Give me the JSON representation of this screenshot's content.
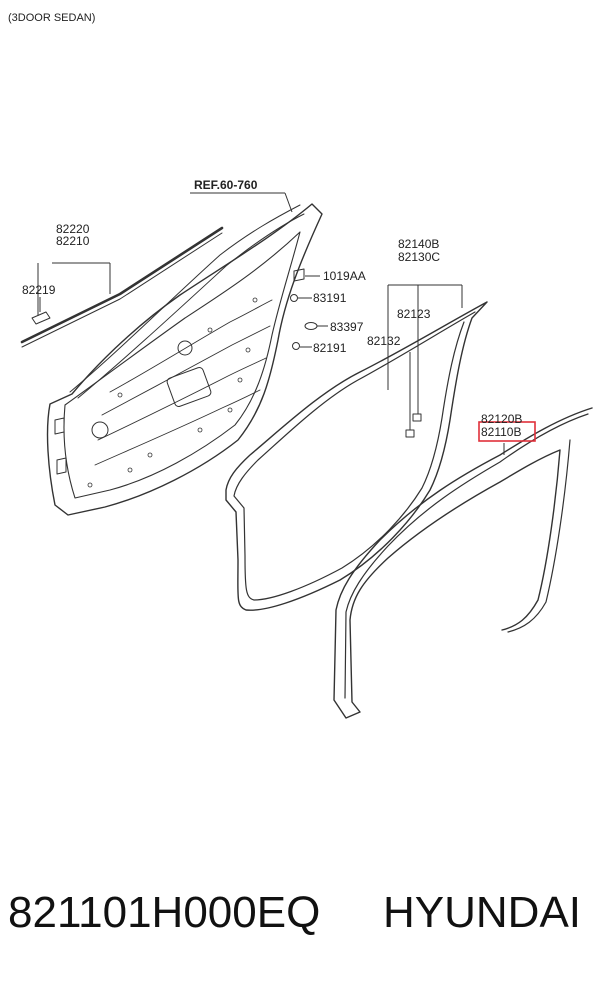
{
  "header_note": "(3DOOR SEDAN)",
  "ref_label": "REF.60-760",
  "callouts": {
    "c82220": "82220",
    "c82210": "82210",
    "c82219": "82219",
    "c1019AA": "1019AA",
    "c83191": "83191",
    "c83397": "83397",
    "c82191": "82191",
    "c82140B": "82140B",
    "c82130C": "82130C",
    "c82123": "82123",
    "c82132": "82132",
    "c82120B": "82120B",
    "c82110B": "82110B"
  },
  "highlight_color": "#e0303a",
  "footer": {
    "part_number": "821101H000EQ",
    "brand": "HYUNDAI"
  }
}
